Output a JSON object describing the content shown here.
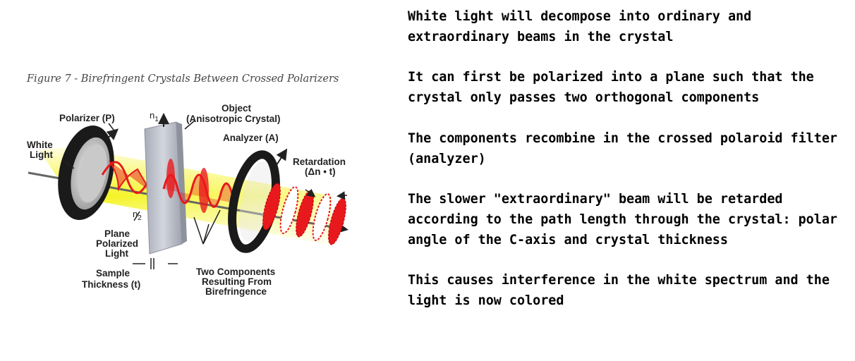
{
  "figure": {
    "title": "Figure 7 - Birefringent Crystals Between Crossed Polarizers",
    "labels": {
      "polarizer": "Polarizer (P)",
      "white_light": [
        "White",
        "Light"
      ],
      "n1": "n1",
      "n2": "n2",
      "object": [
        "Object",
        "(Anisotropic Crystal)"
      ],
      "analyzer": "Analyzer (A)",
      "retardation": [
        "Retardation",
        "(Δn • t)"
      ],
      "plane_polarized": [
        "Plane",
        "Polarized",
        "Light"
      ],
      "sample_thickness": [
        "Sample",
        "Thickness (t)"
      ],
      "two_components": [
        "Two Components",
        "Resulting From",
        "Birefringence"
      ]
    },
    "colors": {
      "beam": "#f2f200",
      "wave": "#e8191c",
      "ring": "#1a1a1a",
      "crystal": "#b9bdc8",
      "axis": "#666666"
    }
  },
  "notes": [
    "White light will decompose into ordinary and extraordinary beams in the crystal",
    "It can first be polarized into a plane such that the crystal only passes two orthogonal components",
    "The components recombine in the crossed polaroid filter (analyzer)",
    "The slower \"extraordinary\" beam will be retarded according to the path length through the crystal: polar angle of the C-axis and crystal thickness",
    "This causes interference in the white spectrum and the light is now colored"
  ]
}
